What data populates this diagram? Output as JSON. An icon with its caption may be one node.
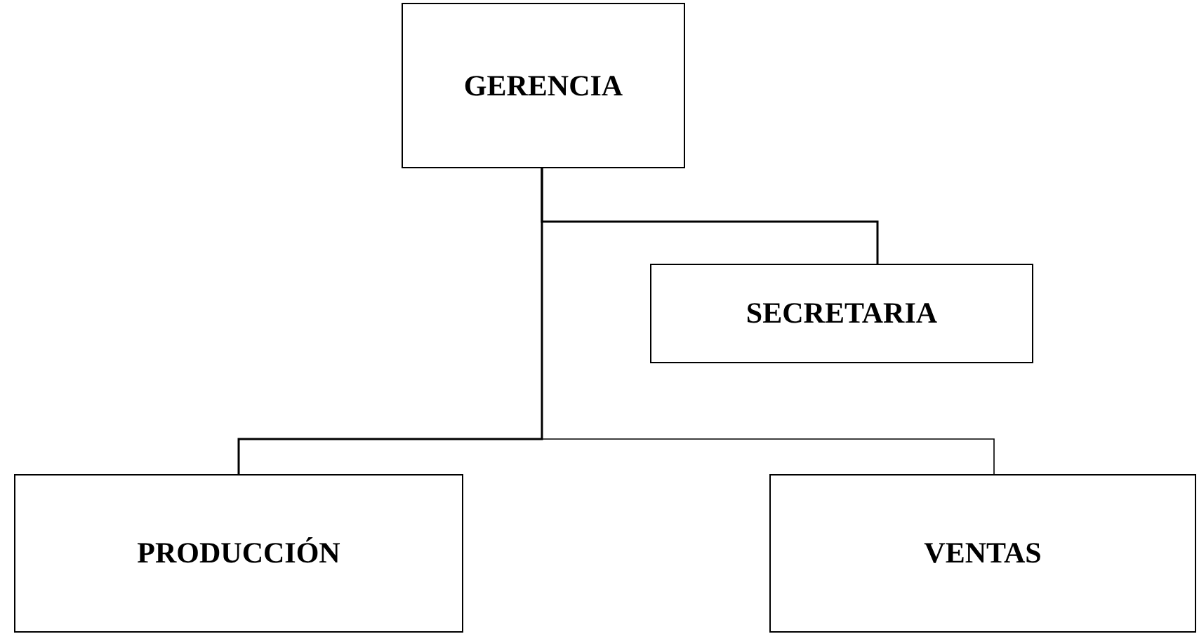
{
  "diagram": {
    "nodes": [
      {
        "text": [
          "GERENCIA"
        ]
      },
      {
        "text": [
          "SECRETARIA"
        ]
      },
      {
        "text": [
          "PRODUCCIÓN"
        ]
      },
      {
        "text": [
          "VENTAS"
        ]
      }
    ],
    "edges": [
      {
        "from": 0,
        "to": 1,
        "arrow": "none"
      },
      {
        "from": 0,
        "to": 2,
        "arrow": "none"
      },
      {
        "from": 0,
        "to": 3,
        "arrow": "none"
      }
    ]
  }
}
